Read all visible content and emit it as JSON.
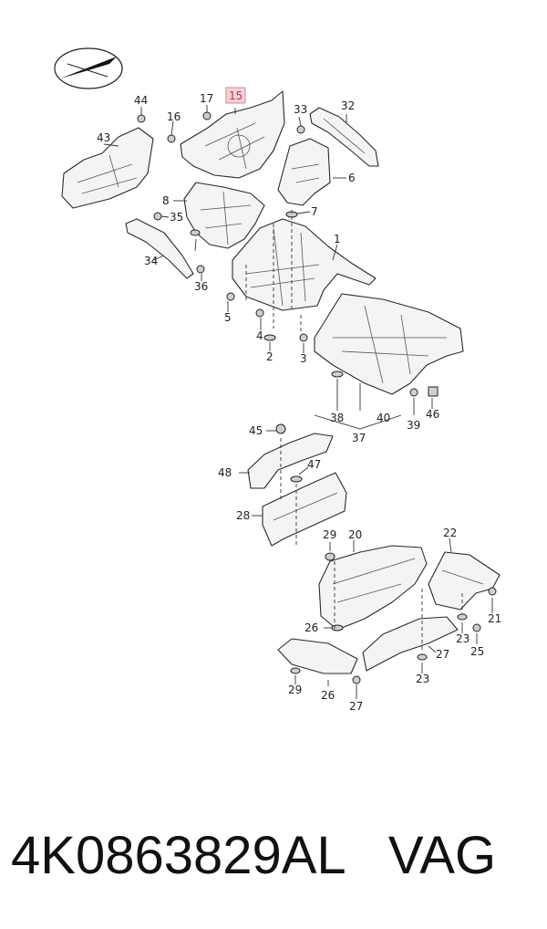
{
  "part_number": "4K0863829AL",
  "brand": "VAG",
  "highlighted_label": "15",
  "highlight_color": "#f6d2d8",
  "callouts": [
    "44",
    "17",
    "16",
    "43",
    "33",
    "32",
    "6",
    "8",
    "7",
    "35",
    "34",
    "1",
    "36",
    "5",
    "4",
    "2",
    "3",
    "38",
    "37",
    "40",
    "39",
    "46",
    "45",
    "48",
    "47",
    "28",
    "29",
    "20",
    "22",
    "21",
    "23",
    "25",
    "26",
    "27"
  ]
}
